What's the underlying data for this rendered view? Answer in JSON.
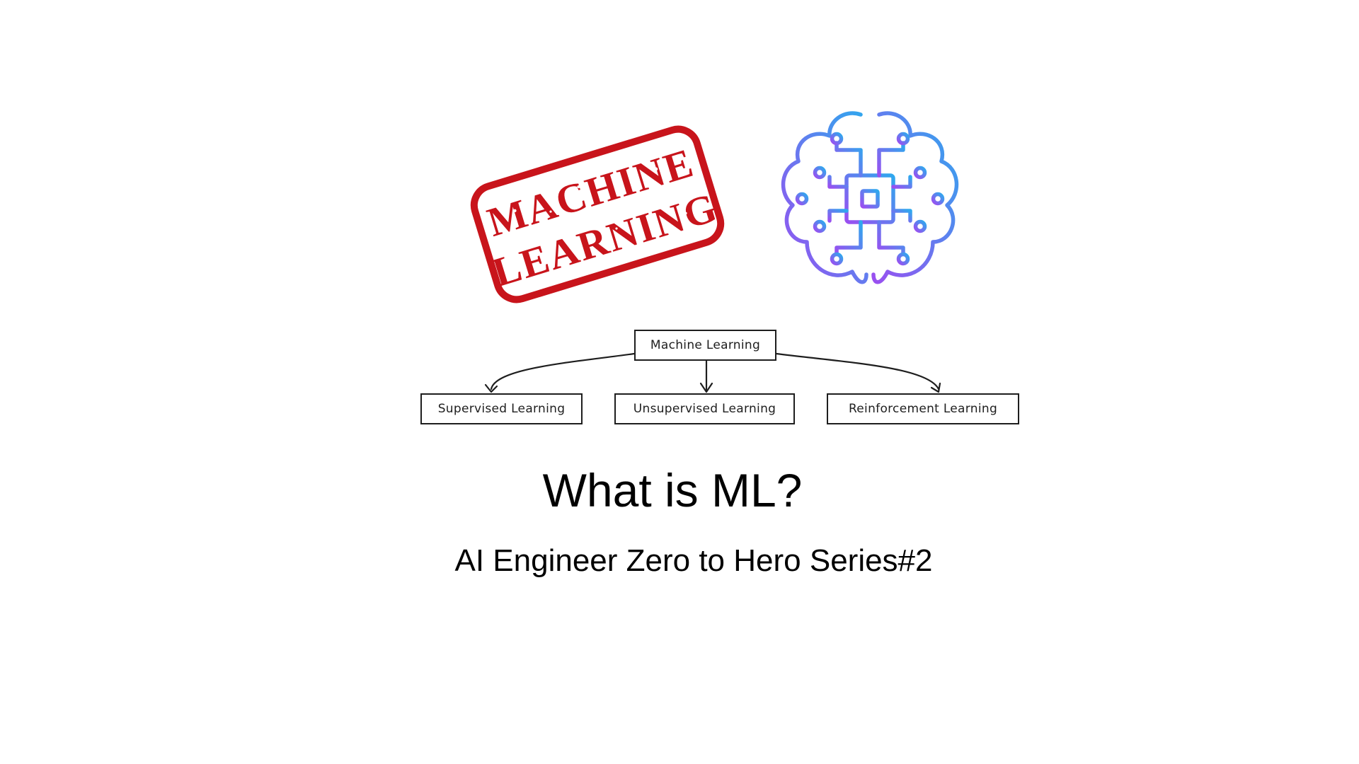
{
  "stamp": {
    "line1": "MACHINE",
    "line2": "LEARNING",
    "color": "#c8141b"
  },
  "brain_icon": {
    "icon": "brain-circuit-icon",
    "gradient_start": "#2fa8ee",
    "gradient_end": "#9a4ff0"
  },
  "diagram": {
    "root": "Machine Learning",
    "children": [
      "Supervised Learning",
      "Unsupervised Learning",
      "Reinforcement Learning"
    ],
    "stroke_color": "#1e1e1e"
  },
  "title": "What is ML?",
  "subtitle": "AI Engineer Zero to Hero Series#2"
}
